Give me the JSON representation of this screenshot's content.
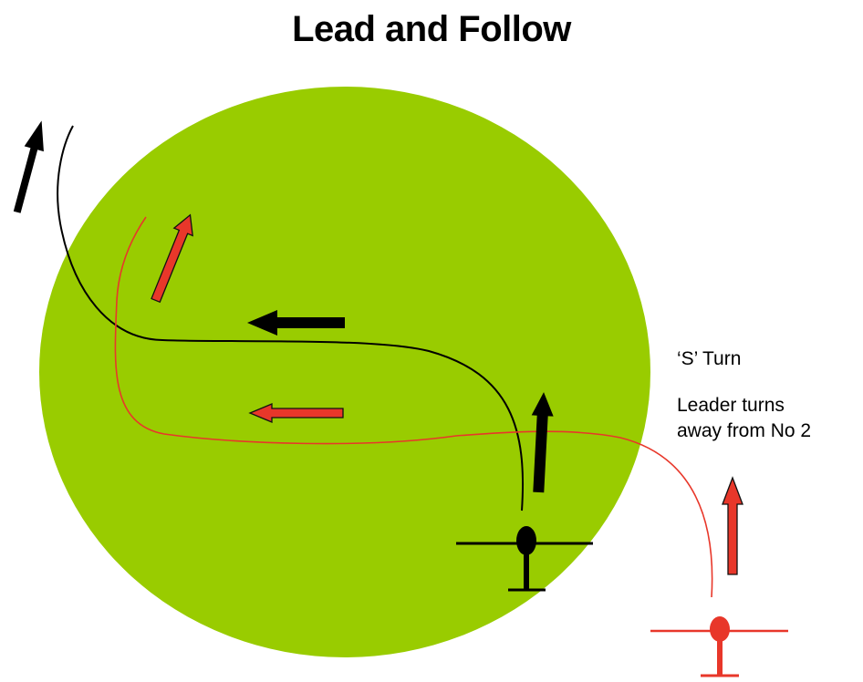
{
  "title": "Lead and Follow",
  "annotation": {
    "turn_label": "‘S’ Turn",
    "description_line1": "Leader turns",
    "description_line2": "away from No 2"
  },
  "colors": {
    "area": "#99CC00",
    "leader": "#000000",
    "follower": "#E8372A",
    "follower_arrow_fill": "#E8372A",
    "background": "#FFFFFF"
  }
}
